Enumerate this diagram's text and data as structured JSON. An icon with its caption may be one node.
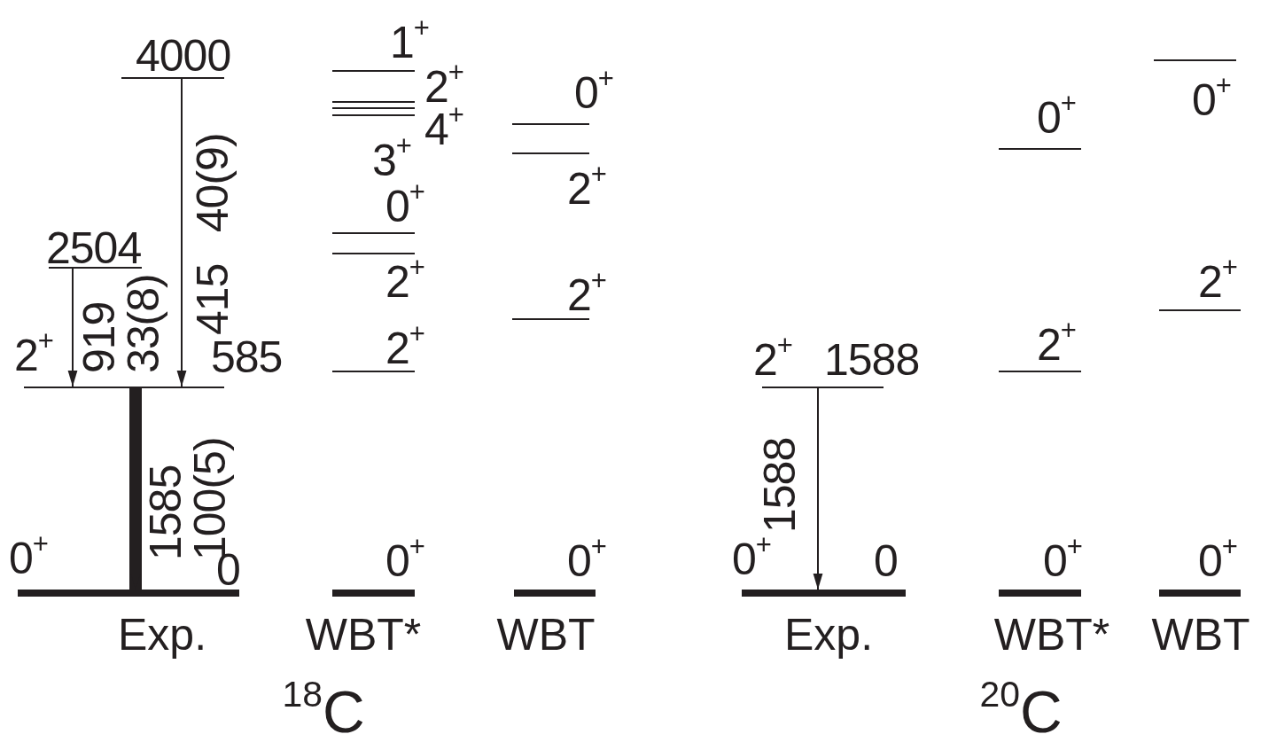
{
  "diagram": {
    "nodes": [
      {
        "text": [
          "4000"
        ]
      },
      {
        "text": [
          "2504"
        ]
      },
      {
        "text": [
          "2$^{+}$",
          "585"
        ]
      },
      {
        "text": [
          "0$^{+}$",
          "0"
        ]
      },
      {
        "text": [
          "1$^{+}$"
        ]
      },
      {
        "text": [
          "2$^{+}$"
        ]
      },
      {
        "text": [
          "4$^{+}$"
        ]
      },
      {
        "text": [
          "3$^{+}$"
        ]
      },
      {
        "text": [
          "0$^{+}$"
        ]
      },
      {
        "text": [
          "2$^{+}$"
        ]
      },
      {
        "text": [
          "2$^{+}$"
        ]
      },
      {
        "text": [
          "0$^{+}$"
        ]
      },
      {
        "text": [
          "0$^{+}$"
        ]
      },
      {
        "text": [
          "2$^{+}$"
        ]
      },
      {
        "text": [
          "2$^{+}$"
        ]
      },
      {
        "text": [
          "0$^{+}$"
        ]
      },
      {
        "text": [
          "2$^{+}$",
          "1588"
        ]
      },
      {
        "text": [
          "0$^{+}$",
          "0"
        ]
      },
      {
        "text": [
          "0$^{+}$"
        ]
      },
      {
        "text": [
          "2$^{+}$"
        ]
      },
      {
        "text": [
          "0$^{+}$"
        ]
      },
      {
        "text": [
          "0$^{+}$"
        ]
      },
      {
        "text": [
          "2$^{+}$"
        ]
      },
      {
        "text": [
          "0$^{+}$"
        ]
      }
    ],
    "edges": [
      {
        "from": 0,
        "to": 2,
        "arrow": "to",
        "label": "415 40(9)"
      },
      {
        "from": 1,
        "to": 2,
        "arrow": "to",
        "label": "919 33(8)"
      },
      {
        "from": 2,
        "to": 3,
        "arrow": "to",
        "label": "1585 100(5)",
        "style": "thick"
      },
      {
        "from": 16,
        "to": 17,
        "arrow": "to",
        "label": "1588"
      }
    ],
    "labels": [
      "Exp.",
      "WBT*",
      "WBT",
      "Exp.",
      "WBT*",
      "WBT",
      "$^{18}$C",
      "$^{20}$C"
    ]
  }
}
